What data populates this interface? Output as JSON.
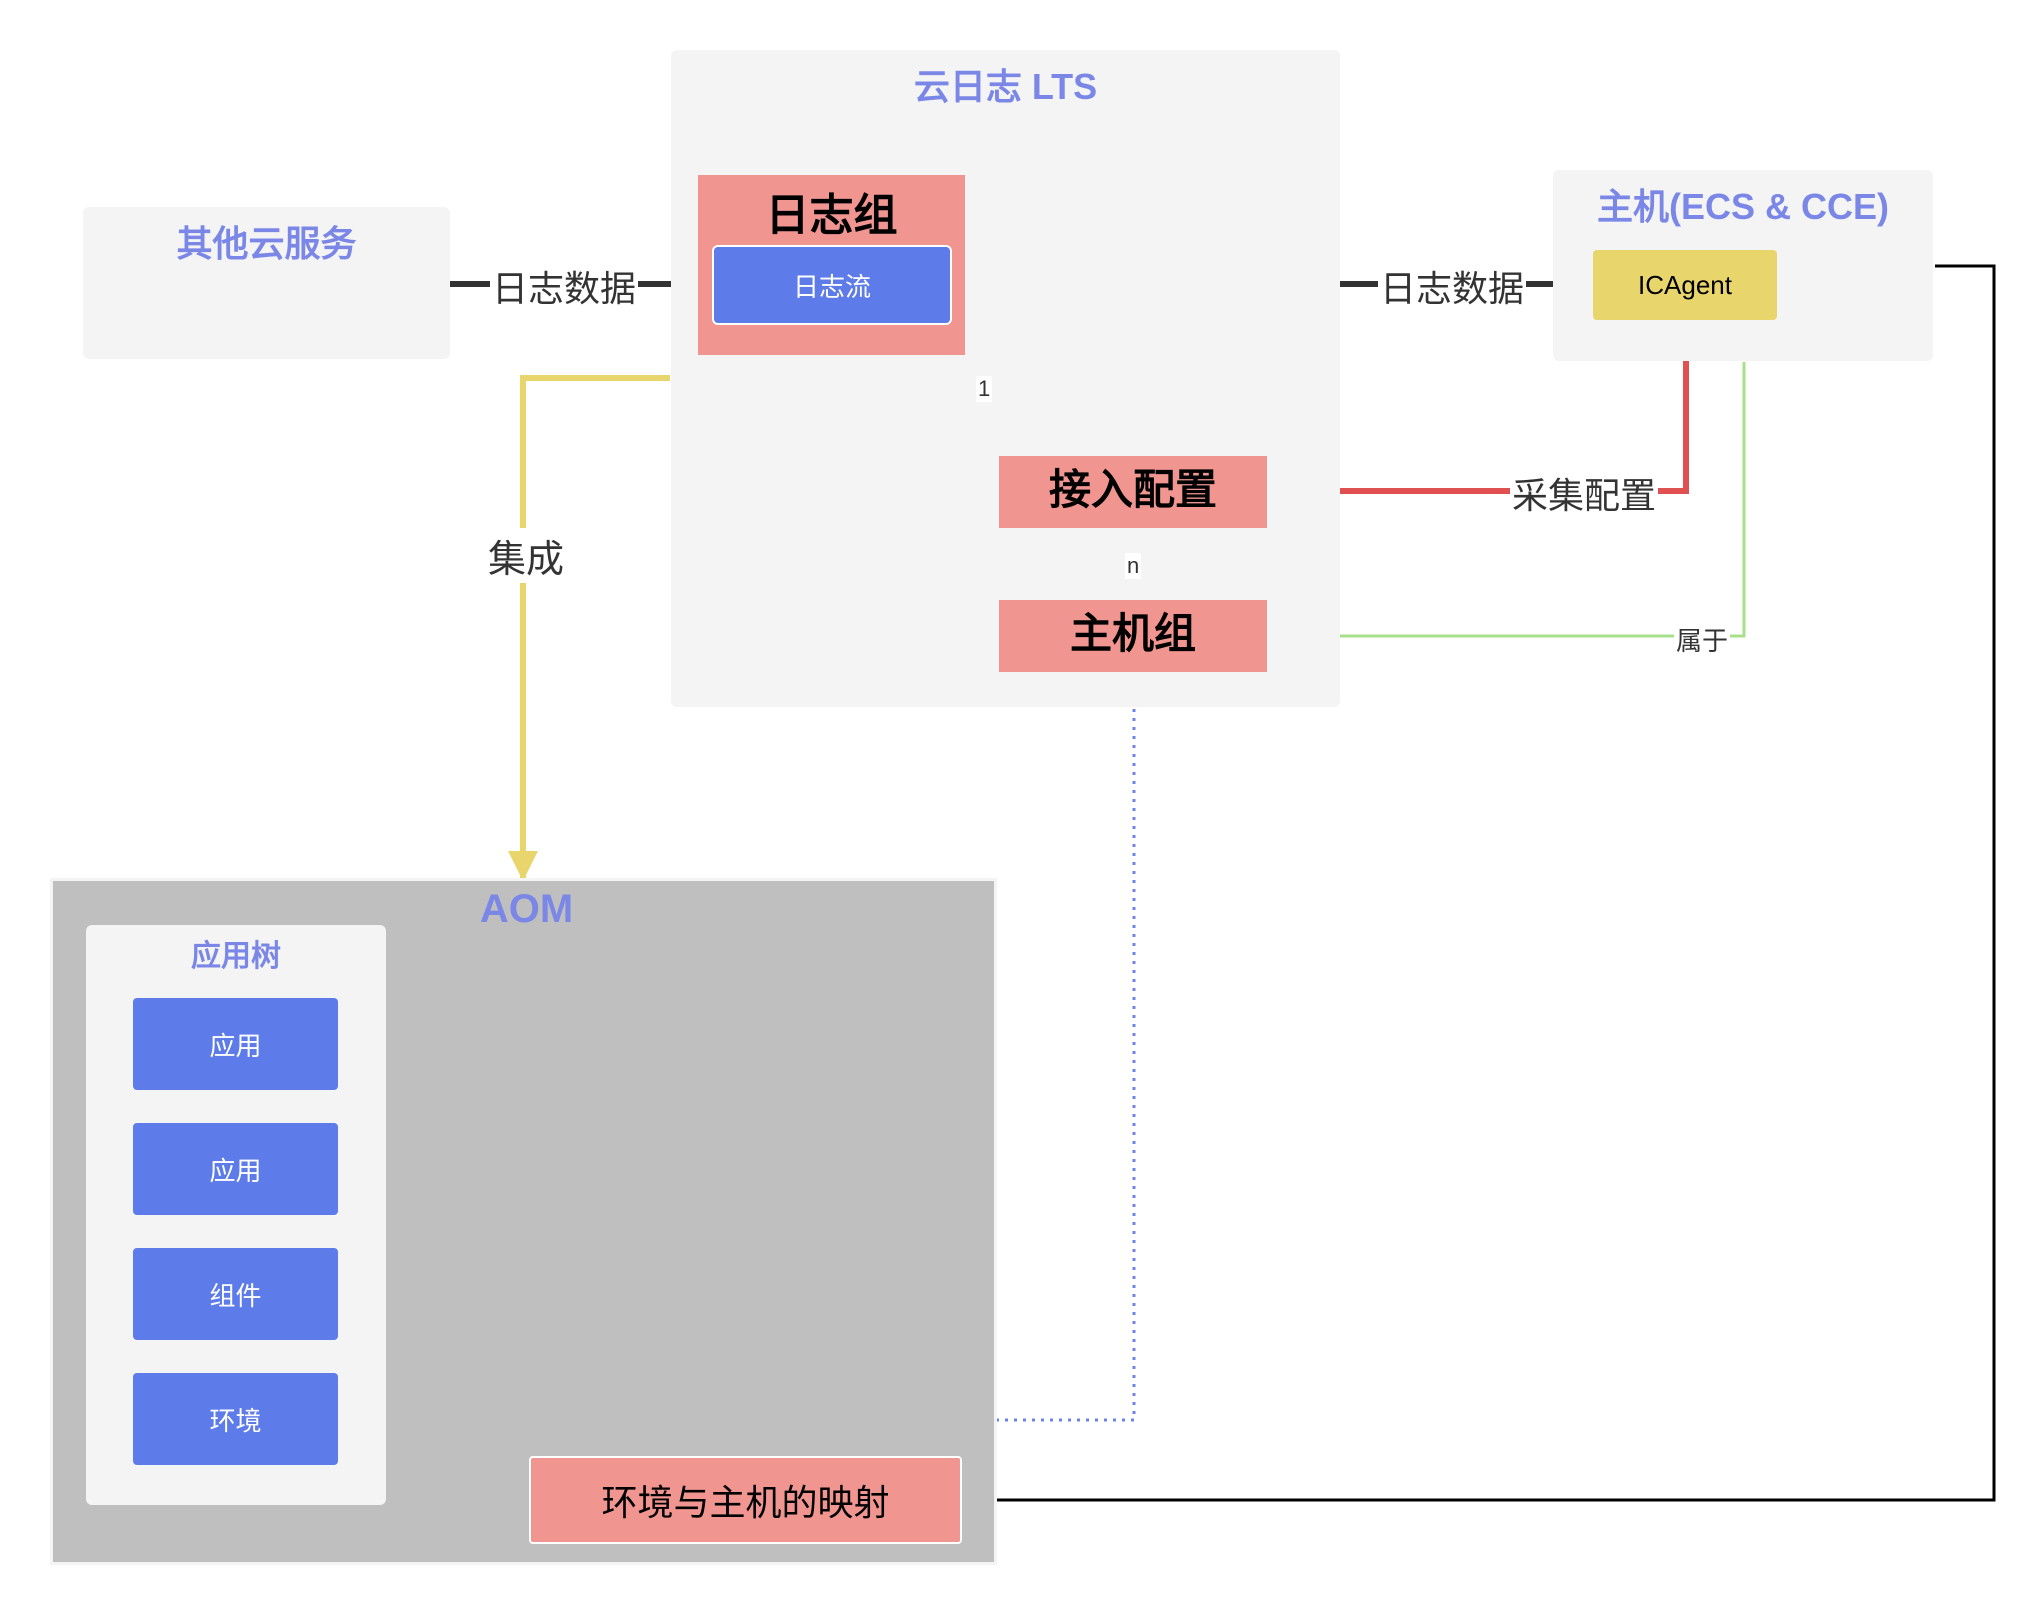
{
  "groups": {
    "other_cloud": {
      "title": "其他云服务"
    },
    "lts": {
      "title": "云日志 LTS"
    },
    "host": {
      "title": "主机(ECS & CCE)"
    },
    "aom": {
      "title": "AOM"
    },
    "app_tree": {
      "title": "应用树"
    }
  },
  "nodes": {
    "log_group": "日志组",
    "log_stream": "日志流",
    "access_config": "接入配置",
    "host_group": "主机组",
    "icagent": "ICAgent",
    "mapping": "环境与主机的映射",
    "app_items": [
      "应用",
      "应用",
      "组件",
      "环境"
    ]
  },
  "edges": {
    "other_log_data": "日志数据",
    "host_log_data": "日志数据",
    "collect_config": "采集配置",
    "belongs_to": "属于",
    "integrate": "集成",
    "one": "1",
    "n": "n"
  },
  "colors": {
    "group_bg": "#f4f4f4",
    "aom_bg": "#bfbfbf",
    "red_node": "#f19591",
    "blue_node": "#5d7be9",
    "yellow_node": "#e8d56b",
    "title_purple": "#7b87e6",
    "edge_dark": "#333333",
    "edge_red": "#e05050",
    "edge_yellow": "#e8d56b",
    "edge_green": "#a8e08a",
    "edge_pink": "#f0a0c8",
    "edge_blue_dotted": "#6f83e6"
  }
}
